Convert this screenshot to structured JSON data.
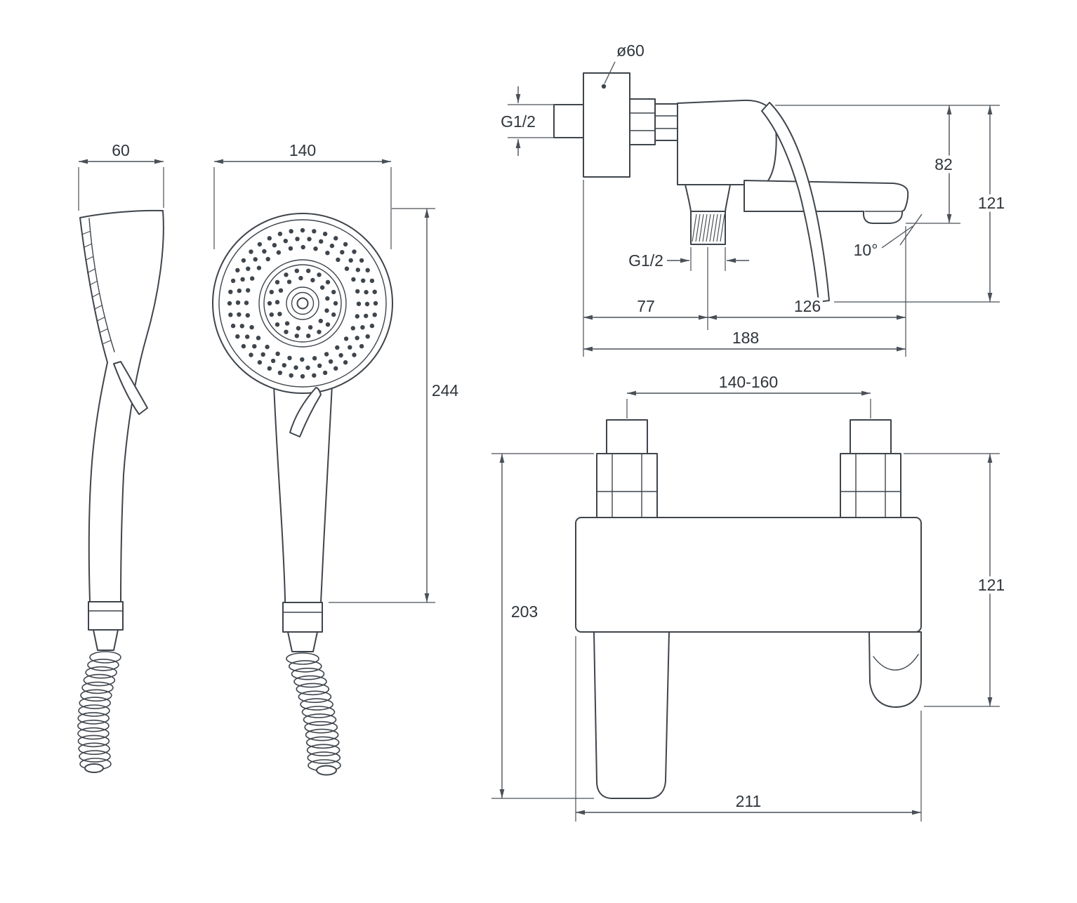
{
  "drawing_title": "Shower mixer with hand shower - dimensional drawing",
  "dims": {
    "hand_shower": {
      "depth": "60",
      "diameter": "140",
      "length": "244"
    },
    "mixer_side": {
      "escutcheon_diameter": "ø60",
      "wall_thread": "G1/2",
      "hose_thread": "G1/2",
      "spout_drop": "82",
      "height": "121",
      "spout_angle": "10°",
      "wall_to_hose": "77",
      "hose_to_spout": "126",
      "reach": "188"
    },
    "mixer_front": {
      "inlet_spacing": "140-160",
      "drop_below": "203",
      "height": "121",
      "width": "211"
    }
  }
}
